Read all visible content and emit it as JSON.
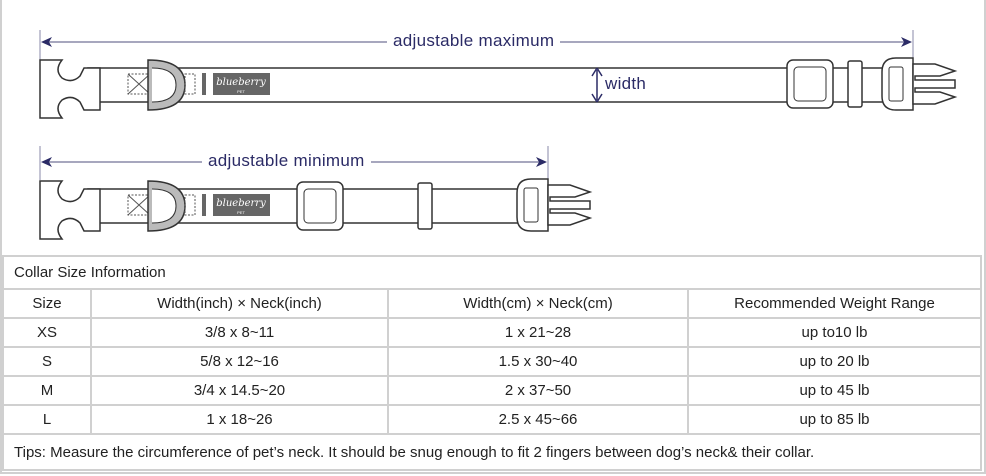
{
  "diagram": {
    "max_label": "adjustable maximum",
    "min_label": "adjustable minimum",
    "width_label": "width",
    "logo_text": "blueberry PET",
    "colors": {
      "label": "#2b2b66",
      "arrow": "#8a8aa8",
      "outline": "#333333",
      "logo": "#666666"
    }
  },
  "table": {
    "title": "Collar Size Information",
    "headers": [
      "Size",
      "Width(inch) × Neck(inch)",
      "Width(cm) × Neck(cm)",
      "Recommended Weight Range"
    ],
    "rows": [
      [
        "XS",
        "3/8 x 8~11",
        "1 x 21~28",
        "up to10 lb"
      ],
      [
        "S",
        "5/8 x 12~16",
        "1.5 x 30~40",
        "up to 20 lb"
      ],
      [
        "M",
        "3/4 x 14.5~20",
        "2 x 37~50",
        "up to 45 lb"
      ],
      [
        "L",
        "1 x 18~26",
        "2.5 x 45~66",
        "up to 85 lb"
      ]
    ],
    "tips": "Tips: Measure the circumference of pet’s neck. It should be snug enough to fit 2 fingers between dog’s neck& their collar."
  }
}
